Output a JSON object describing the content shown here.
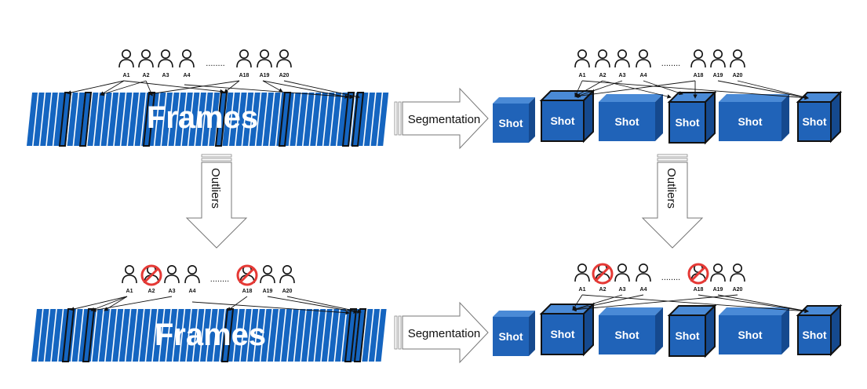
{
  "frames_label": "Frames",
  "shot_label": "Shot",
  "segmentation_label": "Segmentation",
  "outliers_label": "Outliers",
  "dots": "........",
  "annotator_labels": [
    "A1",
    "A2",
    "A3",
    "A4",
    "A18",
    "A19",
    "A20"
  ],
  "outlier_annotators": [
    "A2",
    "A18"
  ],
  "colors": {
    "frame_blue": "#1565c0",
    "shot_front": "#2063b8",
    "shot_top": "#4a8ad6",
    "shot_side": "#15498e",
    "outlier_mark": "#e53935",
    "arrow_fill": "#ffffff",
    "stroke": "#111111"
  },
  "icons": [
    "person-outline-icon",
    "prohibited-icon",
    "hollow-arrow-right-icon",
    "hollow-arrow-down-icon"
  ]
}
